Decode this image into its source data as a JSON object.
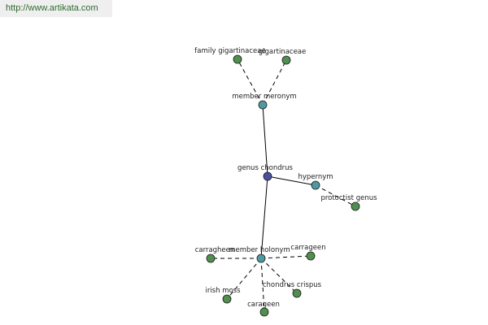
{
  "banner": {
    "url_text": "http://www.artikata.com"
  },
  "colors": {
    "center_node": "#4b4f9e",
    "relation_node": "#4f9aa0",
    "leaf_node": "#4f8f4f"
  },
  "graph": {
    "nodes": [
      {
        "id": "genus-chondrus",
        "label": "genus chondrus",
        "kind": "center"
      },
      {
        "id": "member-meronym",
        "label": "member meronym",
        "kind": "relation"
      },
      {
        "id": "hypernym",
        "label": "hypernym",
        "kind": "relation"
      },
      {
        "id": "member-holonym",
        "label": "member holonym",
        "kind": "relation"
      },
      {
        "id": "family-gigartinaceae",
        "label": "family gigartinaceae",
        "kind": "leaf"
      },
      {
        "id": "gigartinaceae",
        "label": "gigartinaceae",
        "kind": "leaf"
      },
      {
        "id": "protoctist-genus",
        "label": "protoctist genus",
        "kind": "leaf"
      },
      {
        "id": "carragheen-left",
        "label": "carragheen",
        "kind": "leaf"
      },
      {
        "id": "carrageen-right",
        "label": "carrageen",
        "kind": "leaf"
      },
      {
        "id": "irish-moss",
        "label": "irish moss",
        "kind": "leaf"
      },
      {
        "id": "carageen",
        "label": "carageen",
        "kind": "leaf"
      },
      {
        "id": "chondrus-crispus",
        "label": "chondrus crispus",
        "kind": "leaf"
      }
    ],
    "edges": [
      {
        "from": "genus-chondrus",
        "to": "member-meronym",
        "style": "solid"
      },
      {
        "from": "genus-chondrus",
        "to": "hypernym",
        "style": "solid"
      },
      {
        "from": "genus-chondrus",
        "to": "member-holonym",
        "style": "solid"
      },
      {
        "from": "member-meronym",
        "to": "family-gigartinaceae",
        "style": "dashed"
      },
      {
        "from": "member-meronym",
        "to": "gigartinaceae",
        "style": "dashed"
      },
      {
        "from": "hypernym",
        "to": "protoctist-genus",
        "style": "dashed"
      },
      {
        "from": "member-holonym",
        "to": "carragheen-left",
        "style": "dashed"
      },
      {
        "from": "member-holonym",
        "to": "carrageen-right",
        "style": "dashed"
      },
      {
        "from": "member-holonym",
        "to": "irish-moss",
        "style": "dashed"
      },
      {
        "from": "member-holonym",
        "to": "carageen",
        "style": "dashed"
      },
      {
        "from": "member-holonym",
        "to": "chondrus-crispus",
        "style": "dashed"
      }
    ]
  }
}
